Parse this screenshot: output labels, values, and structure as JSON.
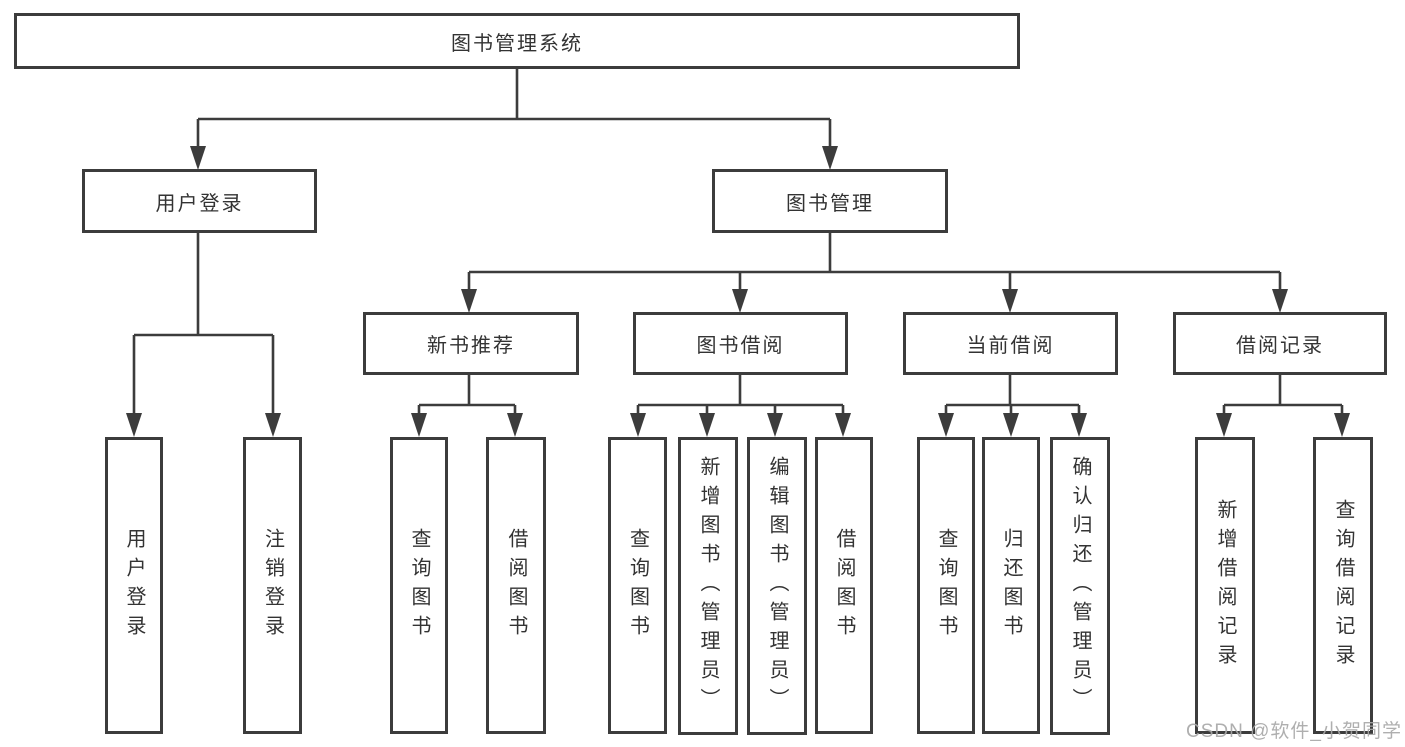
{
  "nodes": {
    "root": "图书管理系统",
    "user_login": "用户登录",
    "book_mgmt": "图书管理",
    "new_book_rec": "新书推荐",
    "book_borrow": "图书借阅",
    "current_borrow": "当前借阅",
    "borrow_records": "借阅记录",
    "leaf_user_login": "用户登录",
    "leaf_logout": "注销登录",
    "rec_query_book": "查询图书",
    "rec_borrow_book": "借阅图书",
    "bb_query_book": "查询图书",
    "bb_add_book": "新增图书（管理员）",
    "bb_edit_book": "编辑图书（管理员）",
    "bb_borrow_book": "借阅图书",
    "cb_query_book": "查询图书",
    "cb_return_book": "归还图书",
    "cb_confirm_return": "确认归还（管理员）",
    "br_add_record": "新增借阅记录",
    "br_query_record": "查询借阅记录"
  },
  "watermark": "CSDN @软件_小贺同学",
  "colors": {
    "line": "#3c3c3c",
    "box_border": "#3c3c3c",
    "text": "#333333",
    "background": "#ffffff",
    "watermark": "#a8a8a8"
  }
}
